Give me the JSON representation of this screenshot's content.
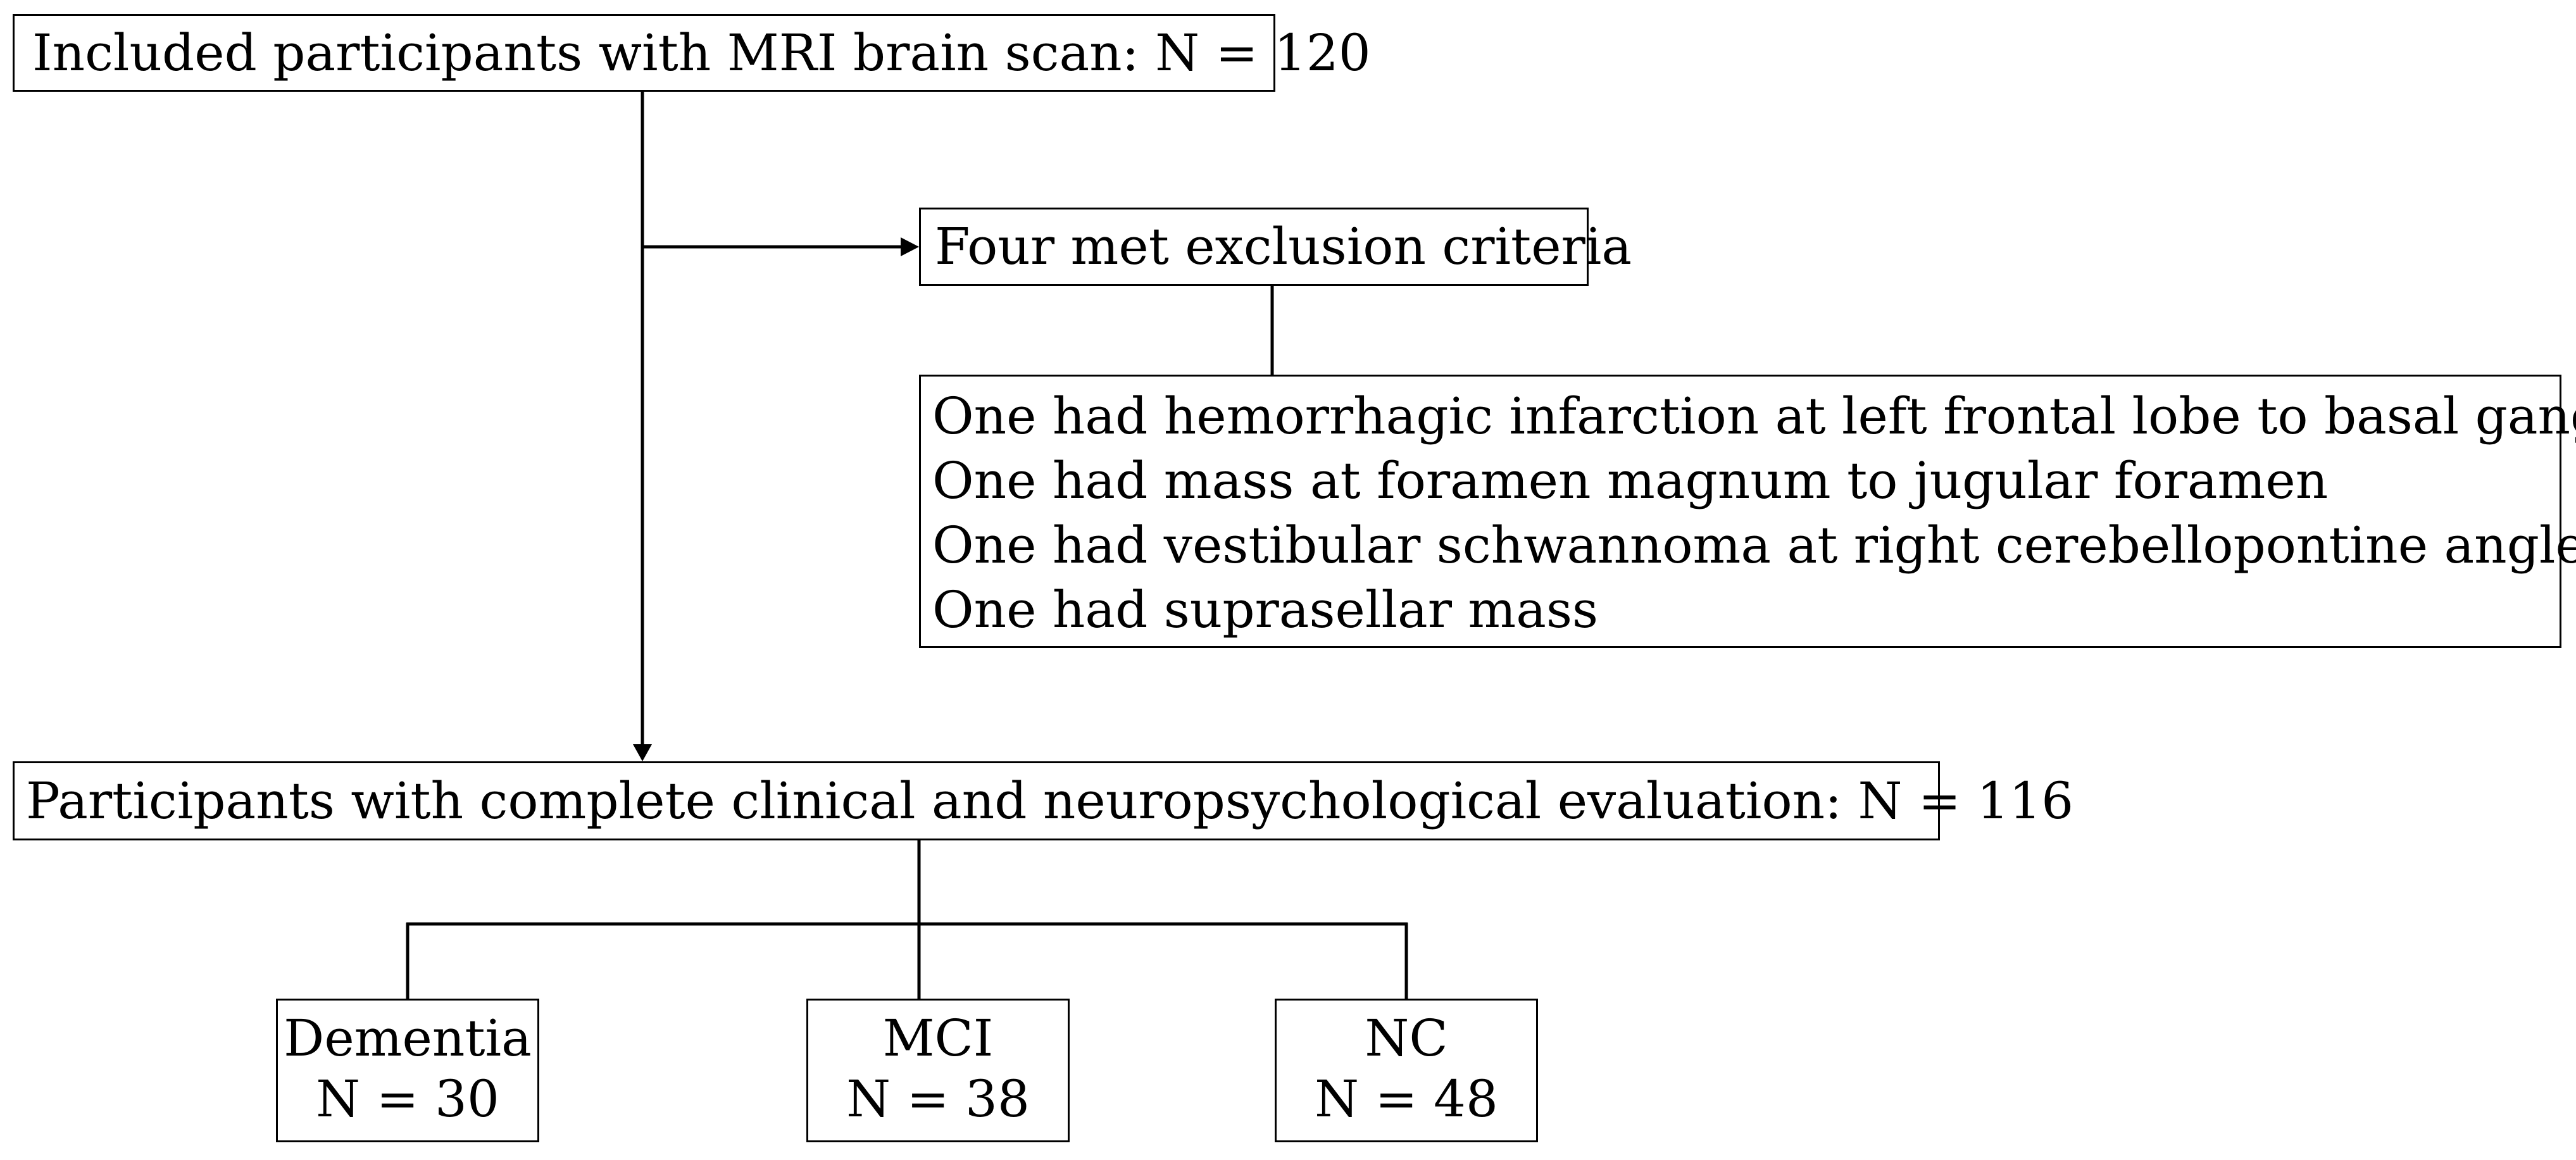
{
  "boxes": {
    "included": "Included participants with MRI brain scan: N = 120",
    "excluded": "Four met exclusion criteria",
    "exclusion_reasons": [
      "One had hemorrhagic infarction at left frontal lobe to basal ganglia",
      "One had mass at foramen magnum to jugular foramen",
      "One had vestibular schwannoma at right cerebellopontine angle",
      "One had suprasellar mass"
    ],
    "complete": "Participants with complete clinical and neuropsychological evaluation: N = 116",
    "groups": [
      {
        "name": "Dementia",
        "count": "N = 30"
      },
      {
        "name": "MCI",
        "count": "N = 38"
      },
      {
        "name": "NC",
        "count": "N = 48"
      }
    ]
  }
}
